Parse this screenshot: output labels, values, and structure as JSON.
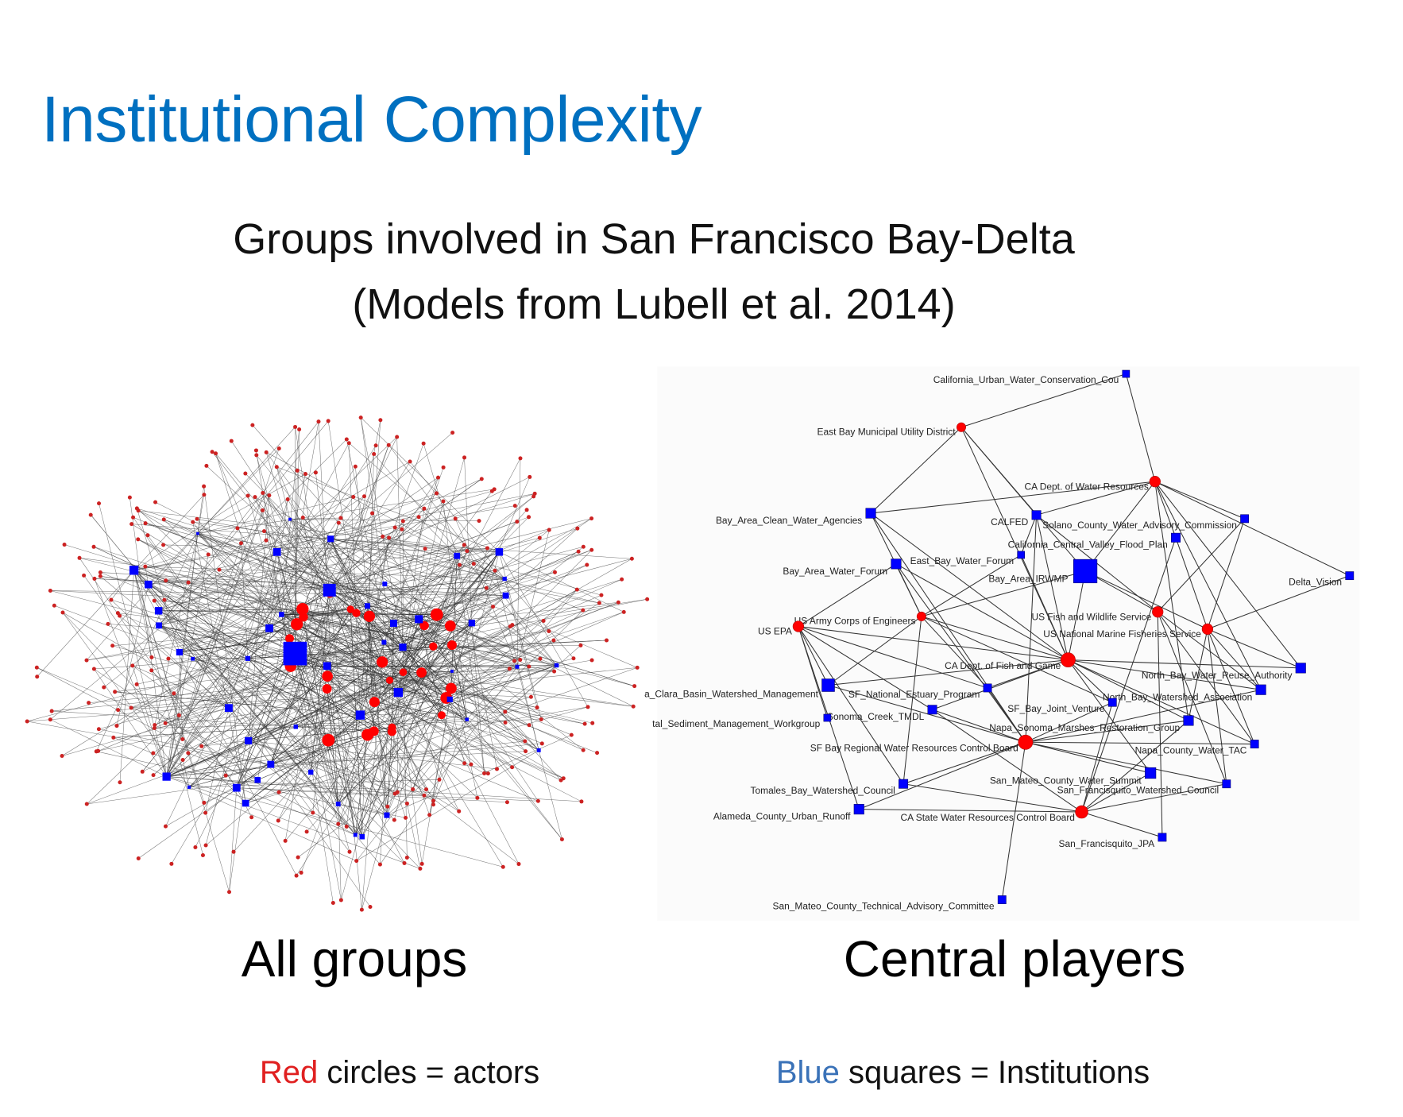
{
  "slide": {
    "title": "Institutional Complexity",
    "subtitle_line1": "Groups involved in San Francisco Bay-Delta",
    "subtitle_line2": "(Models from Lubell et al. 2014)",
    "caption_left": "All groups",
    "caption_right": "Central players",
    "legend_left": {
      "highlight": "Red",
      "rest": " circles = actors"
    },
    "legend_right": {
      "highlight": "Blue",
      "rest": " squares = Institutions"
    }
  },
  "colors": {
    "title": "#0070C0",
    "actor": "#FF0000",
    "institution": "#0000FF",
    "legend_red": "#E02020",
    "legend_blue": "#3A72B8"
  },
  "central_network": {
    "nodes": [
      {
        "label": "California_Urban_Water_Conservation_Cou",
        "type": "institution"
      },
      {
        "label": "East Bay Municipal Utility District",
        "type": "actor"
      },
      {
        "label": "CA Dept. of Water Resources",
        "type": "actor"
      },
      {
        "label": "Bay_Area_Clean_Water_Agencies",
        "type": "institution"
      },
      {
        "label": "CALFED",
        "type": "institution"
      },
      {
        "label": "Solano_County_Water_Advisory_Commission",
        "type": "institution"
      },
      {
        "label": "California_Central_Valley_Flood_Plan",
        "type": "institution"
      },
      {
        "label": "East_Bay_Water_Forum",
        "type": "institution"
      },
      {
        "label": "Bay_Area_Water_Forum",
        "type": "institution"
      },
      {
        "label": "Bay_Area_IRWMP",
        "type": "institution"
      },
      {
        "label": "Delta_Vision",
        "type": "institution"
      },
      {
        "label": "US Army Corps of Engineers",
        "type": "actor"
      },
      {
        "label": "US EPA",
        "type": "actor"
      },
      {
        "label": "US Fish and Wildlife Service",
        "type": "actor"
      },
      {
        "label": "US National Marine Fisheries Service",
        "type": "actor"
      },
      {
        "label": "CA Dept. of Fish and Game",
        "type": "actor"
      },
      {
        "label": "a_Clara_Basin_Watershed_Management",
        "type": "institution"
      },
      {
        "label": "North_Bay_Water_Reuse_Authority",
        "type": "institution"
      },
      {
        "label": "SF_National_Estuary_Program",
        "type": "institution"
      },
      {
        "label": "North_Bay_Watershed_Association",
        "type": "institution"
      },
      {
        "label": "SF_Bay_Joint_Venture",
        "type": "institution"
      },
      {
        "label": "Sonoma_Creek_TMDL",
        "type": "institution"
      },
      {
        "label": "tal_Sediment_Management_Workgroup",
        "type": "institution"
      },
      {
        "label": "Napa_Sonoma_Marshes_Restoration_Group",
        "type": "institution"
      },
      {
        "label": "SF Bay Regional Water Resources Control Board",
        "type": "actor"
      },
      {
        "label": "Napa_County_Water_TAC",
        "type": "institution"
      },
      {
        "label": "San_Mateo_County_Water_Summit",
        "type": "institution"
      },
      {
        "label": "San_Francisquito_Watershed_Council",
        "type": "institution"
      },
      {
        "label": "Tomales_Bay_Watershed_Council",
        "type": "institution"
      },
      {
        "label": "CA State Water Resources Control Board",
        "type": "actor"
      },
      {
        "label": "Alameda_County_Urban_Runoff",
        "type": "institution"
      },
      {
        "label": "San_Francisquito_JPA",
        "type": "institution"
      },
      {
        "label": "San_Mateo_County_Technical_Advisory_Committee",
        "type": "institution"
      }
    ],
    "edges": [
      [
        1,
        0
      ],
      [
        1,
        3
      ],
      [
        1,
        4
      ],
      [
        1,
        9
      ],
      [
        2,
        0
      ],
      [
        2,
        3
      ],
      [
        2,
        4
      ],
      [
        2,
        5
      ],
      [
        2,
        6
      ],
      [
        2,
        9
      ],
      [
        2,
        17
      ],
      [
        2,
        10
      ],
      [
        2,
        19
      ],
      [
        2,
        23
      ],
      [
        11,
        3
      ],
      [
        11,
        7
      ],
      [
        11,
        8
      ],
      [
        11,
        9
      ],
      [
        11,
        16
      ],
      [
        11,
        18
      ],
      [
        11,
        20
      ],
      [
        11,
        28
      ],
      [
        12,
        8
      ],
      [
        12,
        16
      ],
      [
        12,
        18
      ],
      [
        12,
        21
      ],
      [
        12,
        22
      ],
      [
        12,
        28
      ],
      [
        12,
        30
      ],
      [
        13,
        4
      ],
      [
        13,
        9
      ],
      [
        13,
        5
      ],
      [
        13,
        19
      ],
      [
        13,
        25
      ],
      [
        13,
        27
      ],
      [
        13,
        31
      ],
      [
        14,
        5
      ],
      [
        14,
        6
      ],
      [
        14,
        9
      ],
      [
        14,
        17
      ],
      [
        14,
        19
      ],
      [
        14,
        23
      ],
      [
        14,
        25
      ],
      [
        14,
        27
      ],
      [
        14,
        10
      ],
      [
        15,
        3
      ],
      [
        15,
        4
      ],
      [
        15,
        7
      ],
      [
        15,
        8
      ],
      [
        15,
        9
      ],
      [
        15,
        16
      ],
      [
        15,
        18
      ],
      [
        15,
        21
      ],
      [
        15,
        17
      ],
      [
        15,
        19
      ],
      [
        15,
        20
      ],
      [
        15,
        23
      ],
      [
        15,
        25
      ],
      [
        15,
        26
      ],
      [
        24,
        4
      ],
      [
        24,
        16
      ],
      [
        24,
        18
      ],
      [
        24,
        21
      ],
      [
        24,
        20
      ],
      [
        24,
        23
      ],
      [
        24,
        25
      ],
      [
        24,
        26
      ],
      [
        24,
        27
      ],
      [
        24,
        28
      ],
      [
        24,
        30
      ],
      [
        24,
        32
      ],
      [
        24,
        19
      ],
      [
        24,
        8
      ],
      [
        29,
        30
      ],
      [
        29,
        28
      ],
      [
        29,
        26
      ],
      [
        29,
        27
      ],
      [
        29,
        23
      ],
      [
        29,
        20
      ],
      [
        29,
        21
      ],
      [
        29,
        31
      ],
      [
        29,
        6
      ],
      [
        1,
        15
      ],
      [
        12,
        15
      ],
      [
        11,
        15
      ],
      [
        3,
        24
      ],
      [
        7,
        4
      ]
    ]
  },
  "all_groups_network": {
    "actor_count": 300,
    "institution_count": 90
  }
}
